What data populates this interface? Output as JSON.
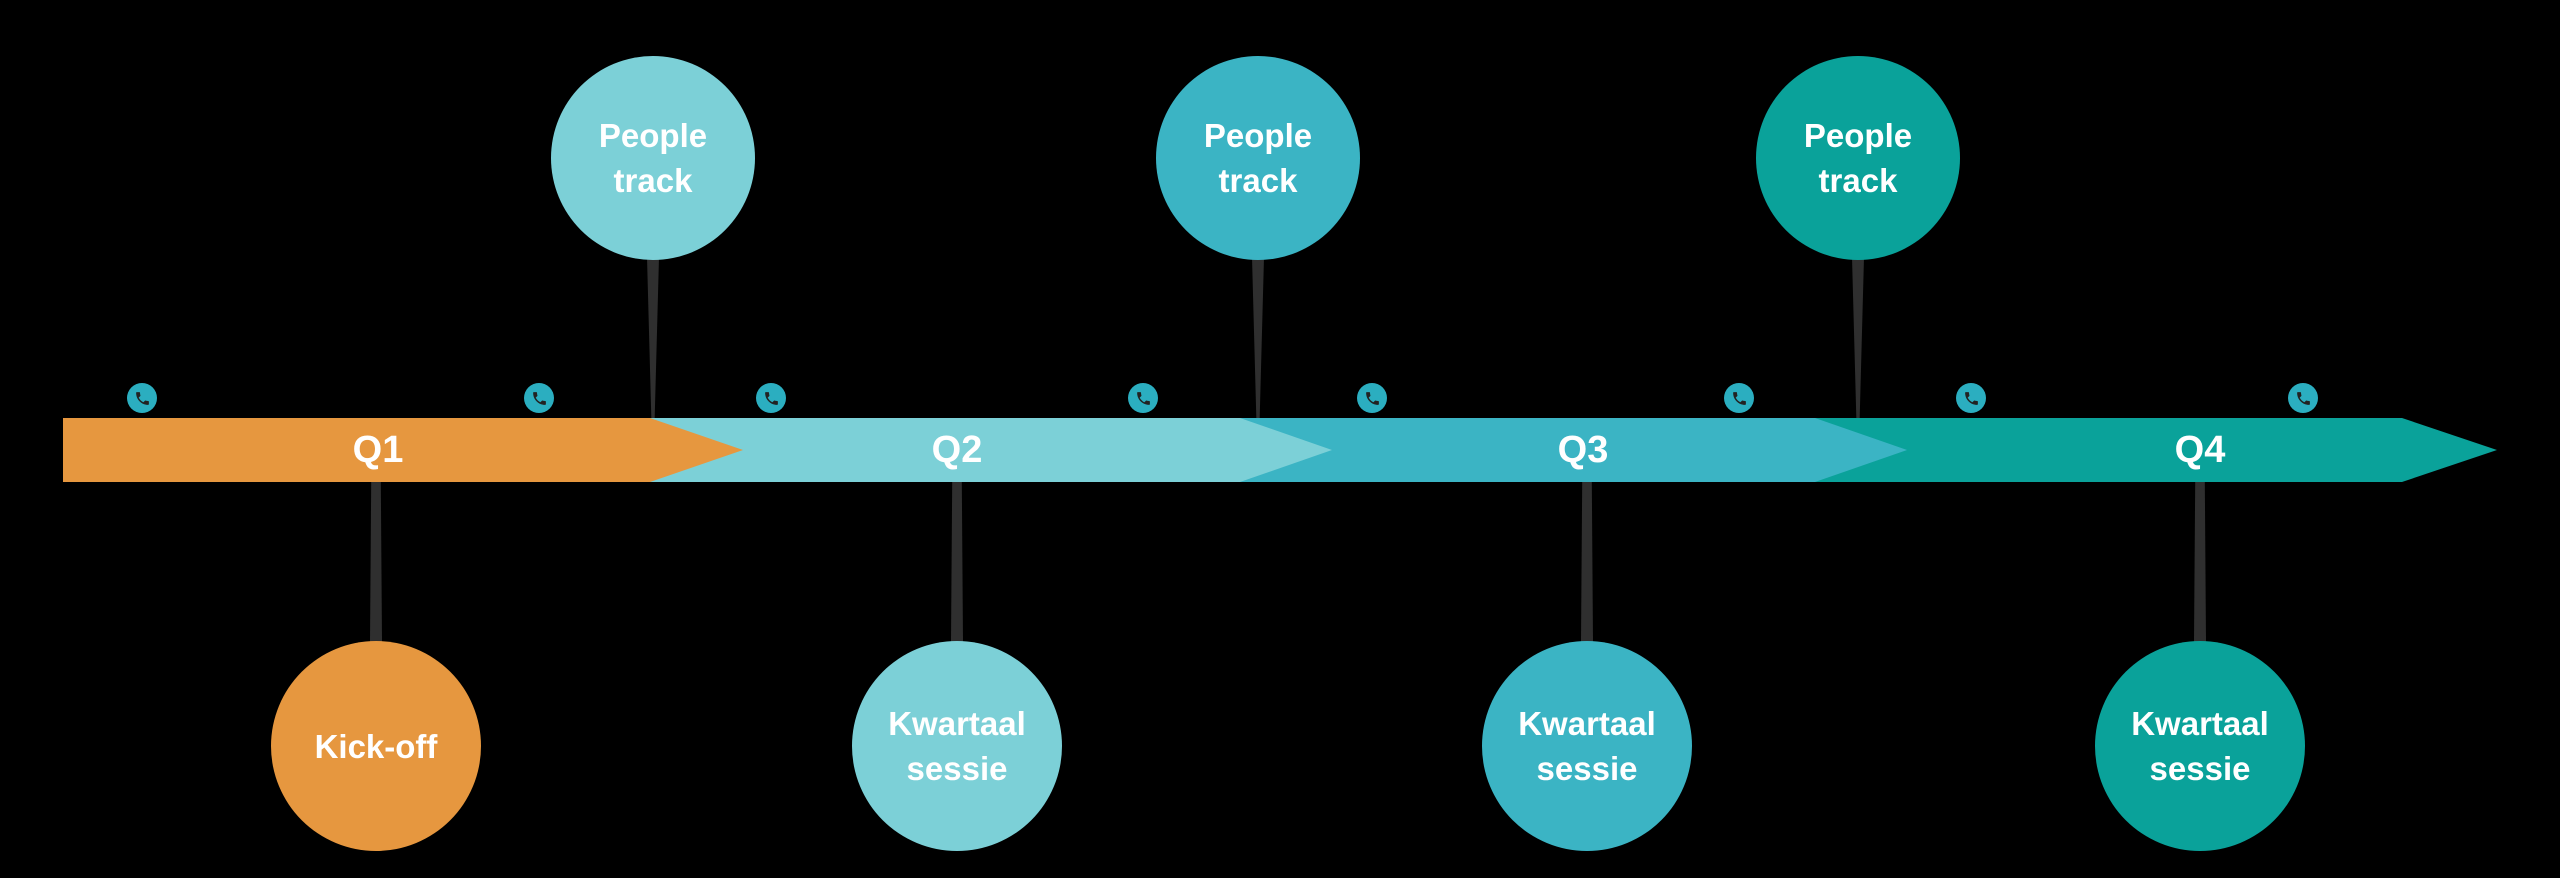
{
  "colors": {
    "background": "#000000",
    "orange": "#E6973F",
    "teal_light": "#7CD0D7",
    "teal_mid": "#3BB4C4",
    "teal_dark": "#0AA29A",
    "connector": "#2F2F2F",
    "text": "#FFFFFF"
  },
  "quarters": [
    {
      "label": "Q1",
      "color": "#E6973F"
    },
    {
      "label": "Q2",
      "color": "#7CD0D7"
    },
    {
      "label": "Q3",
      "color": "#3BB4C4"
    },
    {
      "label": "Q4",
      "color": "#0AA29A"
    }
  ],
  "phone": {
    "icon": "phone-icon",
    "badge_color": "#2BAEC0",
    "glyph_color": "#222222",
    "count": 8
  },
  "milestones_top": [
    {
      "line1": "People",
      "line2": "track",
      "color": "#7CD0D7"
    },
    {
      "line1": "People",
      "line2": "track",
      "color": "#3BB4C4"
    },
    {
      "line1": "People",
      "line2": "track",
      "color": "#0AA29A"
    }
  ],
  "milestones_bottom": [
    {
      "line1": "Kick-off",
      "line2": "",
      "color": "#E6973F"
    },
    {
      "line1": "Kwartaal",
      "line2": "sessie",
      "color": "#7CD0D7"
    },
    {
      "line1": "Kwartaal",
      "line2": "sessie",
      "color": "#3BB4C4"
    },
    {
      "line1": "Kwartaal",
      "line2": "sessie",
      "color": "#0AA29A"
    }
  ]
}
